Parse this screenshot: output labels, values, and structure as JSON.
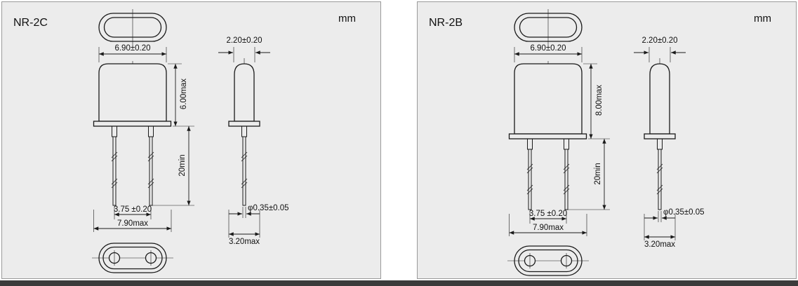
{
  "footer_bar_color": "#3b3b3b",
  "panel_background": "#ececec",
  "line_color": "#1a1a1a",
  "panels": [
    {
      "title": "NR-2C",
      "unit": "mm",
      "dims": {
        "body_width": "6.90±0.20",
        "head_width": "2.20±0.20",
        "body_height": "6.00max",
        "lead_length": "20min",
        "lead_spacing": "3.75 ±0.20",
        "base_width": "7.90max",
        "lead_diameter": "φ0.35±0.05",
        "base_depth": "3.20max"
      }
    },
    {
      "title": "NR-2B",
      "unit": "mm",
      "dims": {
        "body_width": "6.90±0.20",
        "head_width": "2.20±0.20",
        "body_height": "8.00max",
        "lead_length": "20min",
        "lead_spacing": "3.75 ±0.20",
        "base_width": "7.90max",
        "lead_diameter": "φ0.35±0.05",
        "base_depth": "3.20max"
      }
    }
  ]
}
